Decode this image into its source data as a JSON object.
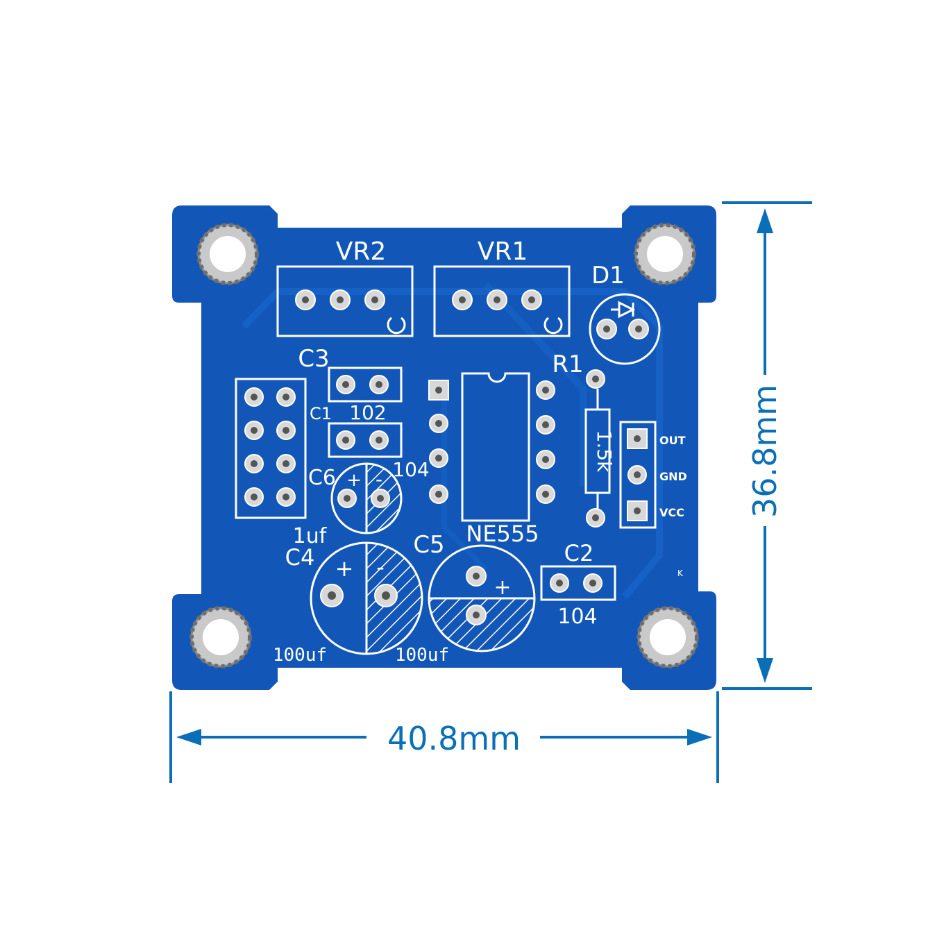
{
  "dimensions": {
    "width_label": "40.8mm",
    "height_label": "36.8mm",
    "color": "#0b6fb8"
  },
  "board": {
    "color": "#1257b8",
    "silkscreen_color": "#ffffff",
    "pad_color": "#d8d8d8",
    "labels": {
      "vr2": "VR2",
      "vr1": "VR1",
      "d1": "D1",
      "c3": "C3",
      "r1": "R1",
      "c1": "C1",
      "c1_value": "102",
      "c6": "C6",
      "c6_value": "1uf",
      "cap_104_a": "104",
      "c4": "C4",
      "c5": "C5",
      "ic": "NE555",
      "r1_value": "1.5k",
      "c2": "C2",
      "c2_value": "104",
      "c4_value": "100uf",
      "c5_value": "100uf",
      "out": "OUT",
      "gnd": "GND",
      "vcc": "VCC",
      "plus": "+",
      "minus": "-",
      "k": "K"
    }
  }
}
